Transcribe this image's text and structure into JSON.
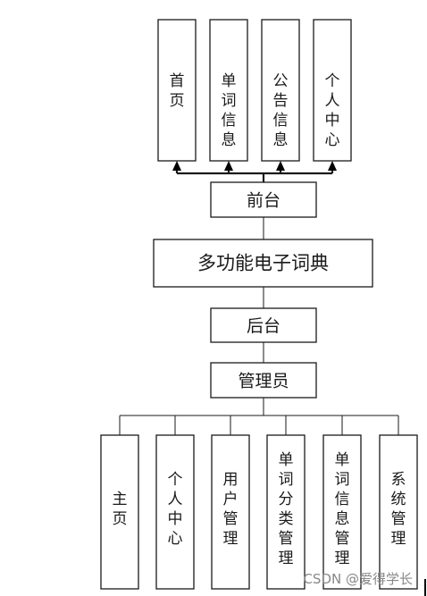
{
  "front": {
    "label": "前台",
    "items": [
      "首页",
      "单词信息",
      "公告信息",
      "个人中心"
    ]
  },
  "system": {
    "label": "多功能电子词典"
  },
  "back": {
    "label": "后台"
  },
  "admin": {
    "label": "管理员",
    "items": [
      "主页",
      "个人中心",
      "用户管理",
      "单词分类管理",
      "单词信息管理",
      "系统管理"
    ]
  },
  "watermark": {
    "text": "CSDN @爱得学长"
  }
}
